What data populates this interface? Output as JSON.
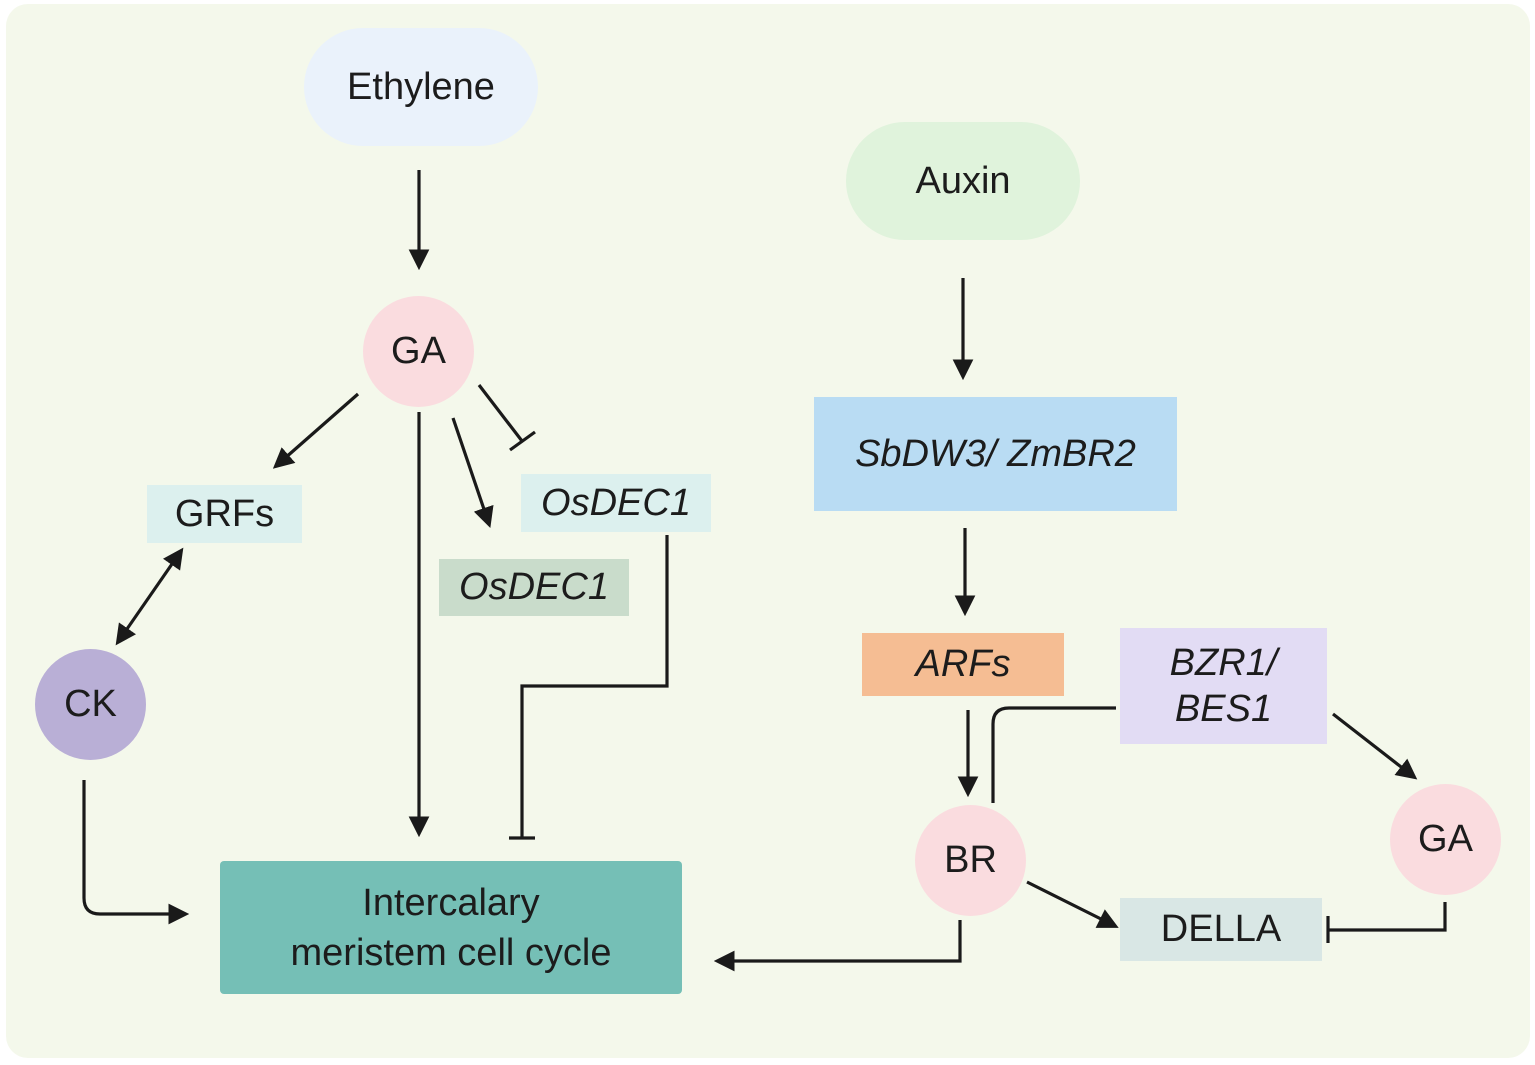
{
  "nodes": {
    "ethylene": "Ethylene",
    "auxin": "Auxin",
    "ga_left": "GA",
    "grfs": "GRFs",
    "osdec1_top": "OsDEC1",
    "osdec1_bottom": "OsDEC1",
    "ck": "CK",
    "intercalary": "Intercalary\nmeristem cell cycle",
    "sbdw3": "SbDW3/ ZmBR2",
    "arfs": "ARFs",
    "bzr1": "BZR1/\nBES1",
    "br": "BR",
    "ga_right": "GA",
    "della": "DELLA"
  },
  "colors": {
    "ethylene": "#eaf2fb",
    "auxin": "#e0f3dc",
    "ga": "#fadcdf",
    "grfs": "#dcf0ee",
    "osdec1_top": "#dcf0ee",
    "osdec1_bottom": "#c9dccb",
    "ck": "#b9afd6",
    "intercalary": "#75bfb6",
    "sbdw3": "#b9dcf3",
    "arfs": "#f5bd93",
    "bzr1": "#e2dcf4",
    "della": "#d9e7e5"
  },
  "edges": [
    {
      "from": "Ethylene",
      "to": "GA",
      "type": "activation"
    },
    {
      "from": "GA",
      "to": "GRFs",
      "type": "activation"
    },
    {
      "from": "GA",
      "to": "OsDEC1",
      "type": "activation"
    },
    {
      "from": "GA",
      "to": "OsDEC1",
      "type": "inhibition"
    },
    {
      "from": "GA",
      "to": "Intercalary meristem cell cycle",
      "type": "activation"
    },
    {
      "from": "OsDEC1",
      "to": "Intercalary meristem cell cycle",
      "type": "inhibition"
    },
    {
      "from": "GRFs",
      "to": "CK",
      "type": "bidirectional"
    },
    {
      "from": "CK",
      "to": "Intercalary meristem cell cycle",
      "type": "activation"
    },
    {
      "from": "Auxin",
      "to": "SbDW3/ ZmBR2",
      "type": "activation"
    },
    {
      "from": "SbDW3/ ZmBR2",
      "to": "ARFs",
      "type": "activation"
    },
    {
      "from": "ARFs",
      "to": "BR",
      "type": "activation"
    },
    {
      "from": "BR",
      "to": "BZR1/BES1",
      "type": "connection"
    },
    {
      "from": "BZR1/BES1",
      "to": "GA",
      "type": "activation"
    },
    {
      "from": "BR",
      "to": "DELLA",
      "type": "activation"
    },
    {
      "from": "GA",
      "to": "DELLA",
      "type": "inhibition"
    },
    {
      "from": "BR",
      "to": "Intercalary meristem cell cycle",
      "type": "activation"
    }
  ]
}
